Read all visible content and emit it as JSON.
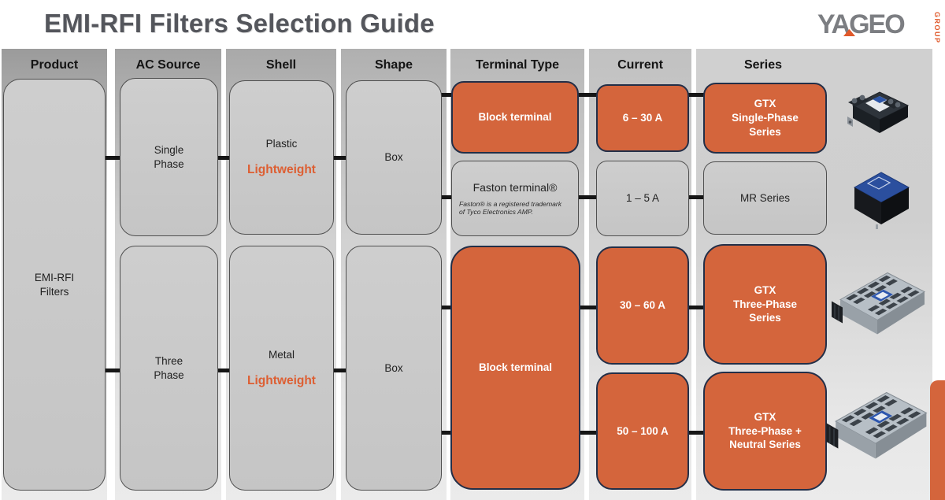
{
  "title": "EMI-RFI Filters Selection Guide",
  "logo": {
    "brand": "YAGEO",
    "group": "GROUP"
  },
  "colors": {
    "accent_orange": "#D4653C",
    "node_border_navy": "#232F48",
    "gray_node_fill": "#C9C9C9",
    "title_gray": "#54565C",
    "logo_gray": "#7C7E82",
    "logo_orange": "#E0592B",
    "connector_black": "#161616"
  },
  "columns": [
    {
      "header": "Product",
      "boxes": [
        {
          "lines": [
            "EMI-RFI",
            "Filters"
          ]
        }
      ]
    },
    {
      "header": "AC Source",
      "boxes": [
        {
          "lines": [
            "Single",
            "Phase"
          ]
        },
        {
          "lines": [
            "Three",
            "Phase"
          ]
        }
      ]
    },
    {
      "header": "Shell",
      "boxes": [
        {
          "material": "Plastic",
          "highlight": "Lightweight"
        },
        {
          "material": "Metal",
          "highlight": "Lightweight"
        }
      ]
    },
    {
      "header": "Shape",
      "boxes": [
        {
          "label": "Box"
        },
        {
          "label": "Box"
        }
      ]
    },
    {
      "header": "Terminal Type",
      "boxes": [
        {
          "label": "Block terminal"
        },
        {
          "label": "Faston terminal®",
          "footnote_line1": "Faston® is a registered trademark",
          "footnote_line2": "of Tyco Electronics AMP."
        },
        {
          "label": "Block terminal"
        }
      ]
    },
    {
      "header": "Current",
      "boxes": [
        {
          "label": "6 – 30 A"
        },
        {
          "label": "1 – 5 A"
        },
        {
          "label": "30 – 60 A"
        },
        {
          "label": "50 – 100 A"
        }
      ]
    },
    {
      "header": "Series",
      "boxes": [
        {
          "lines": [
            "GTX",
            "Single-Phase",
            "Series"
          ]
        },
        {
          "lines": [
            "MR Series"
          ]
        },
        {
          "lines": [
            "GTX",
            "Three-Phase",
            "Series"
          ]
        },
        {
          "lines": [
            "GTX",
            "Three-Phase +",
            "Neutral Series"
          ]
        }
      ]
    }
  ],
  "photos": [
    "gtx-single-phase-filter-photo",
    "mr-series-filter-photo",
    "gtx-three-phase-filter-photo",
    "gtx-three-phase-neutral-filter-photo"
  ]
}
